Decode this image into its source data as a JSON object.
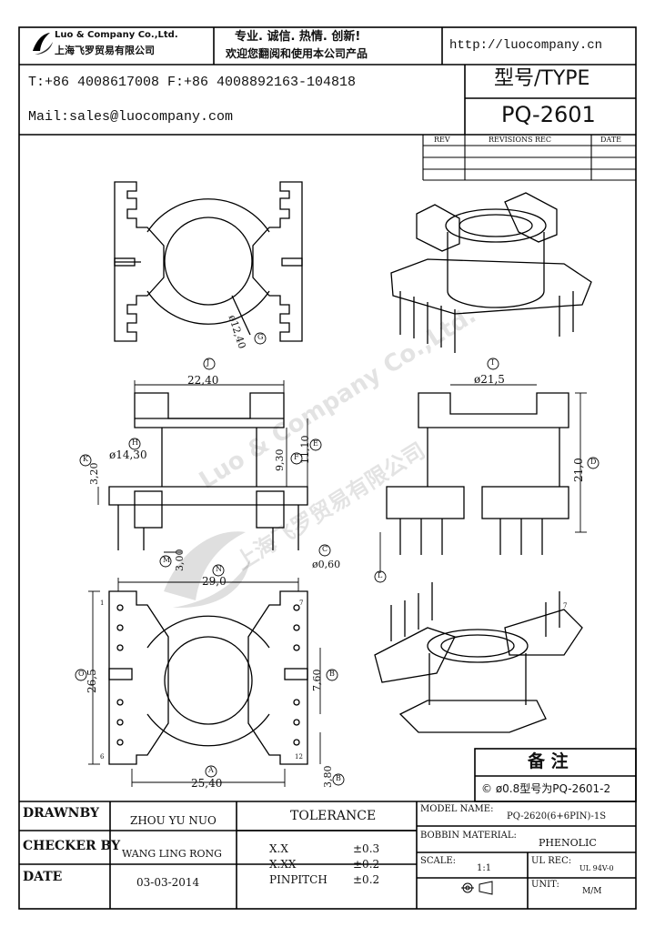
{
  "header": {
    "company_en": "Luo & Company Co.,Ltd.",
    "company_cn": "上海飞罗贸易有限公司",
    "slogan_line1": "专业. 诚信.  热情.  创新!",
    "slogan_line2": "欢迎您翻阅和使用本公司产品",
    "website": "http://luocompany.cn",
    "phone": "T:+86 4008617008 F:+86 4008892163-104818",
    "mail": "Mail:sales@luocompany.com",
    "type_label": "型号/TYPE",
    "model": "PQ-2601"
  },
  "revisions": {
    "col_rev": "REV",
    "col_rec": "REVISIONS REC",
    "col_date": "DATE"
  },
  "dimensions": {
    "top_dia": "ø12,40",
    "top_dia_mark": "G",
    "j_val": "22,40",
    "j_mark": "J",
    "i_val": "ø21,5",
    "i_mark": "I",
    "h_val": "ø14,30",
    "h_mark": "H",
    "k_val": "3,20",
    "k_mark": "K",
    "f_val": "9,30",
    "f_mark": "F",
    "e_val": "11,10",
    "e_mark": "E",
    "d_val": "21,0",
    "d_mark": "D",
    "m_val": "3,00",
    "m_mark": "M",
    "c_val": "ø0,60",
    "c_mark": "C",
    "l_mark": "L",
    "n_val": "29,0",
    "n_mark": "N",
    "o_val": "26,5",
    "o_mark": "O",
    "b_val": "7,60",
    "b_mark": "B",
    "a_val": "25,40",
    "a_mark": "A",
    "r_val": "3,80",
    "r_mark": "B",
    "pin1": "1",
    "pin7": "7",
    "pin12": "12",
    "pin6": "6",
    "pin_iso": "7"
  },
  "watermark": "Luo & Company Co.,Ltd.",
  "watermark_cn": "上海飞罗贸易有限公司",
  "notes": {
    "title": "备  注",
    "line1": "© ø0.8型号为PQ-2601-2"
  },
  "footer": {
    "drawn_by_label": "DRAWNBY",
    "drawn_by": "ZHOU YU NUO",
    "checker_label": "CHECKER BY",
    "checker": "WANG LING RONG",
    "date_label": "DATE",
    "date": "03-03-2014",
    "tolerance_label": "TOLERANCE",
    "tol1_key": "X.X",
    "tol1_val": "±0.3",
    "tol2_key": "X.XX",
    "tol2_val": "±0.2",
    "tol3_key": "PINPITCH",
    "tol3_val": "±0.2",
    "model_name_label": "MODEL NAME:",
    "model_name": "PQ-2620(6+6PIN)-1S",
    "bobbin_label": "BOBBIN MATERIAL:",
    "bobbin": "PHENOLIC",
    "scale_label": "SCALE:",
    "scale": "1:1",
    "ul_label": "UL REC:",
    "ul": "UL 94V-0",
    "unit_label": "UNIT:",
    "unit": "M/M"
  }
}
